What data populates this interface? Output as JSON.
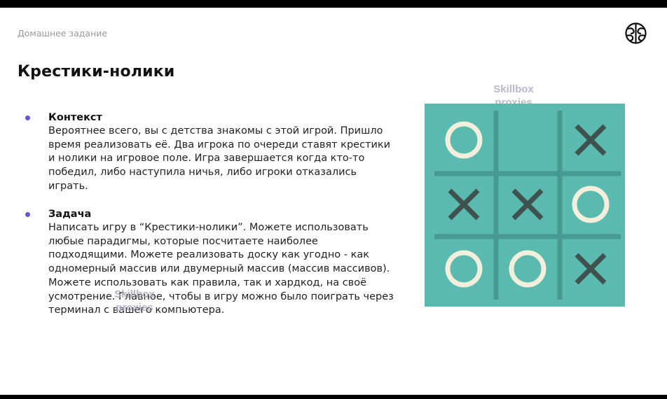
{
  "slide": {
    "eyebrow": "Домашнее задание",
    "title": "Крестики-нолики",
    "logo_icon": "brain-logo-icon"
  },
  "sections": [
    {
      "heading": "Контекст",
      "text": "Вероятнее всего, вы с детства знакомы с этой игрой. Пришло\nвремя реализовать её. Два игрока по очереди ставят крестики\nи нолики на игровое поле. Игра завершается когда кто-то\nпобедил, либо наступила ничья, либо игроки отказались\nиграть."
    },
    {
      "heading": "Задача",
      "text": "Написать игру в “Крестики-нолики”. Можете использовать\nлюбые парадигмы, которые посчитаете наиболее\nподходящими. Можете реализовать доску как угодно - как\nодномерный массив или двумерный массив (массив массивов).\nМожете использовать как правила, так и хардкод, на своё\nусмотрение. Главное, чтобы в игру можно было поиграть через\nтерминал с вашего компьютера."
    }
  ],
  "watermarks": [
    "Skillbox\nproxies",
    "Skillbox\nproxies"
  ],
  "board": {
    "cells": [
      [
        "O",
        "",
        "X"
      ],
      [
        "X",
        "X",
        "O"
      ],
      [
        "O",
        "O",
        "X"
      ]
    ],
    "colors": {
      "background": "#5bbaaf",
      "grid": "#469a8f",
      "cross": "#3f524e",
      "nought": "#f2efdc"
    }
  },
  "colors": {
    "bullet": "#6b54d0",
    "eyebrow": "#9a9a9a"
  }
}
